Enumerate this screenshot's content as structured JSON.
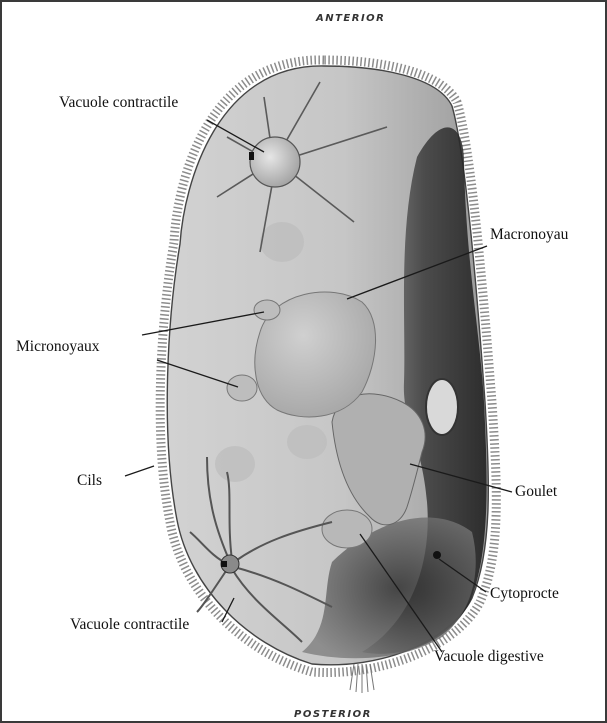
{
  "orientation": {
    "top": "ANTERIOR",
    "bottom": "POSTERIOR"
  },
  "labels": {
    "vacuole_contractile_top": "Vacuole contractile",
    "macronoyau": "Macronoyau",
    "micronoyaux": "Micronoyaux",
    "cils": "Cils",
    "goulet": "Goulet",
    "cytoprocte": "Cytoprocte",
    "vacuole_contractile_bottom": "Vacuole contractile",
    "vacuole_digestive": "Vacuole digestive"
  }
}
